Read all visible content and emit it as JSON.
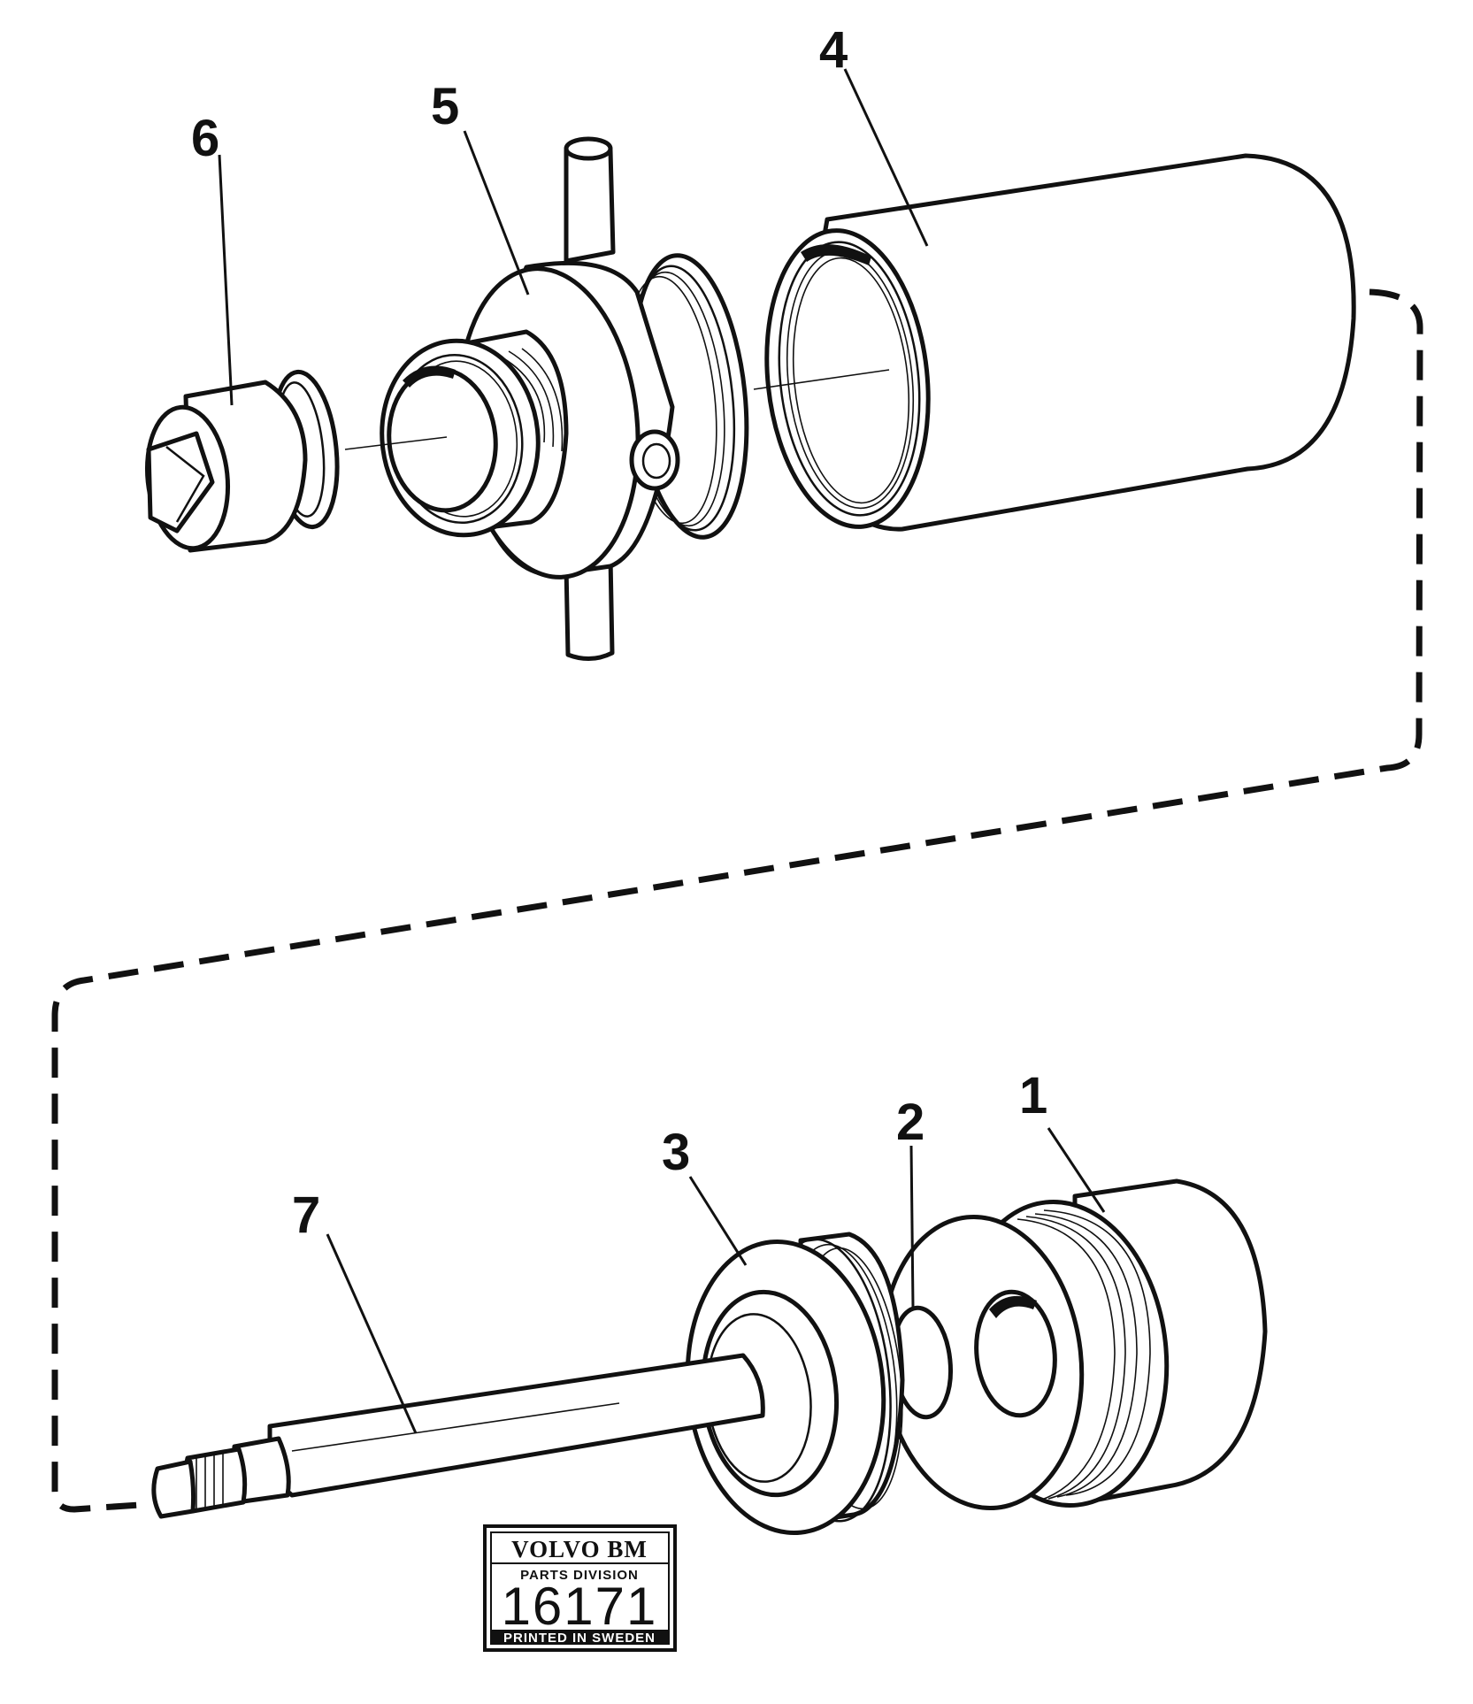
{
  "callouts": {
    "part_1": "1",
    "part_2": "2",
    "part_3": "3",
    "part_4": "4",
    "part_5": "5",
    "part_6": "6",
    "part_7": "7"
  },
  "stamp": {
    "brand": "VOLVO BM",
    "division": "PARTS DIVISION",
    "number": "16171",
    "footer": "PRINTED IN SWEDEN"
  }
}
